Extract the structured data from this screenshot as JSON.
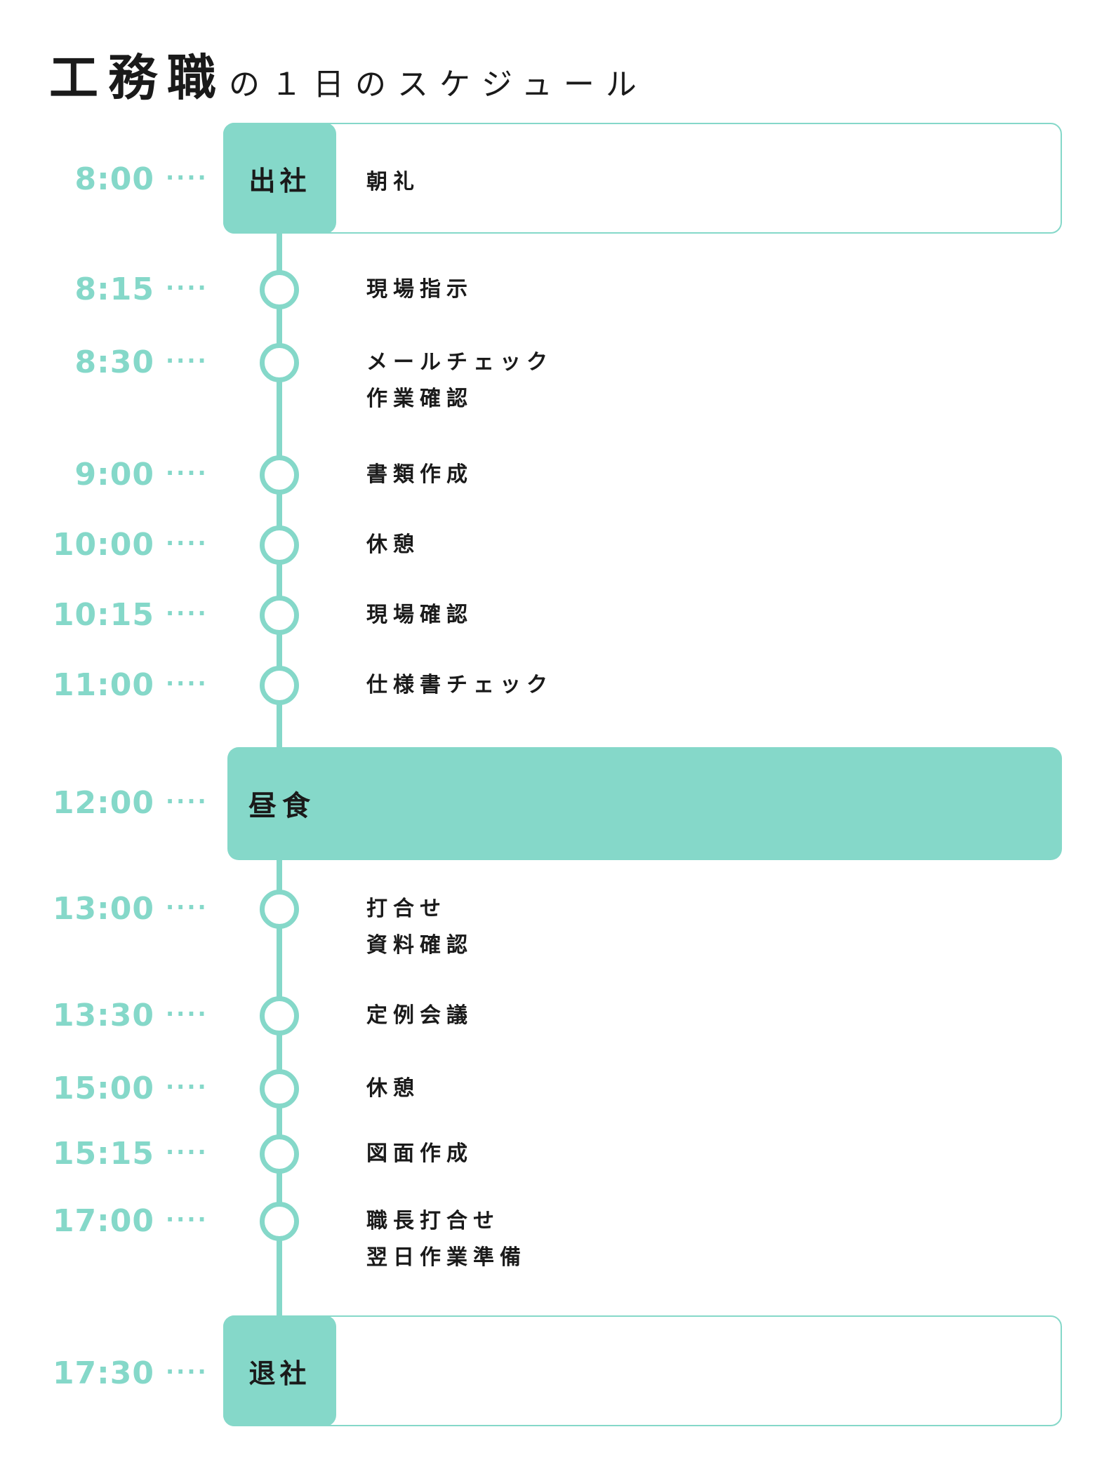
{
  "header": {
    "title_main": "工務職",
    "title_sub": "の１日のスケジュール"
  },
  "dots_text": "····",
  "start": {
    "time": "8:00",
    "label": "出社",
    "detail": "朝礼"
  },
  "items": [
    {
      "time": "8:15",
      "lines": [
        "現場指示"
      ]
    },
    {
      "time": "8:30",
      "lines": [
        "メールチェック",
        "作業確認"
      ]
    },
    {
      "time": "9:00",
      "lines": [
        "書類作成"
      ]
    },
    {
      "time": "10:00",
      "lines": [
        "休憩"
      ]
    },
    {
      "time": "10:15",
      "lines": [
        "現場確認"
      ]
    },
    {
      "time": "11:00",
      "lines": [
        "仕様書チェック"
      ]
    },
    {
      "time": "13:00",
      "lines": [
        "打合せ",
        "資料確認"
      ]
    },
    {
      "time": "13:30",
      "lines": [
        "定例会議"
      ]
    },
    {
      "time": "15:00",
      "lines": [
        "休憩"
      ]
    },
    {
      "time": "15:15",
      "lines": [
        "図面作成"
      ]
    },
    {
      "time": "17:00",
      "lines": [
        "職長打合せ",
        "翌日作業準備"
      ]
    }
  ],
  "lunch": {
    "time": "12:00",
    "label": "昼食"
  },
  "end": {
    "time": "17:30",
    "label": "退社"
  },
  "colors": {
    "accent": "#85d8c9",
    "text": "#1a1a1a",
    "background": "#ffffff"
  }
}
